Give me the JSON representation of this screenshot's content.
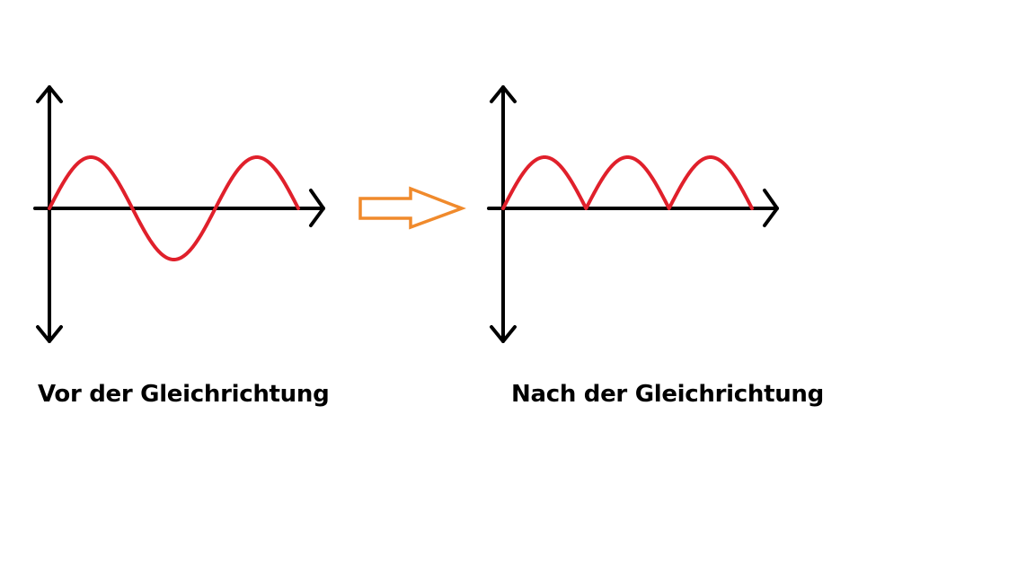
{
  "colors": {
    "axis": "#000000",
    "wave": "#e0202b",
    "arrow": "#f08a2c",
    "background": "#ffffff"
  },
  "panels": [
    {
      "id": "before",
      "caption": "Vor der Gleichrichtung",
      "waveform": "sine",
      "periods": 1.5
    },
    {
      "id": "after",
      "caption": "Nach der Gleichrichtung",
      "waveform": "rectified-sine",
      "periods": 1.5
    }
  ],
  "connector": {
    "icon": "hollow-right-arrow-icon"
  }
}
